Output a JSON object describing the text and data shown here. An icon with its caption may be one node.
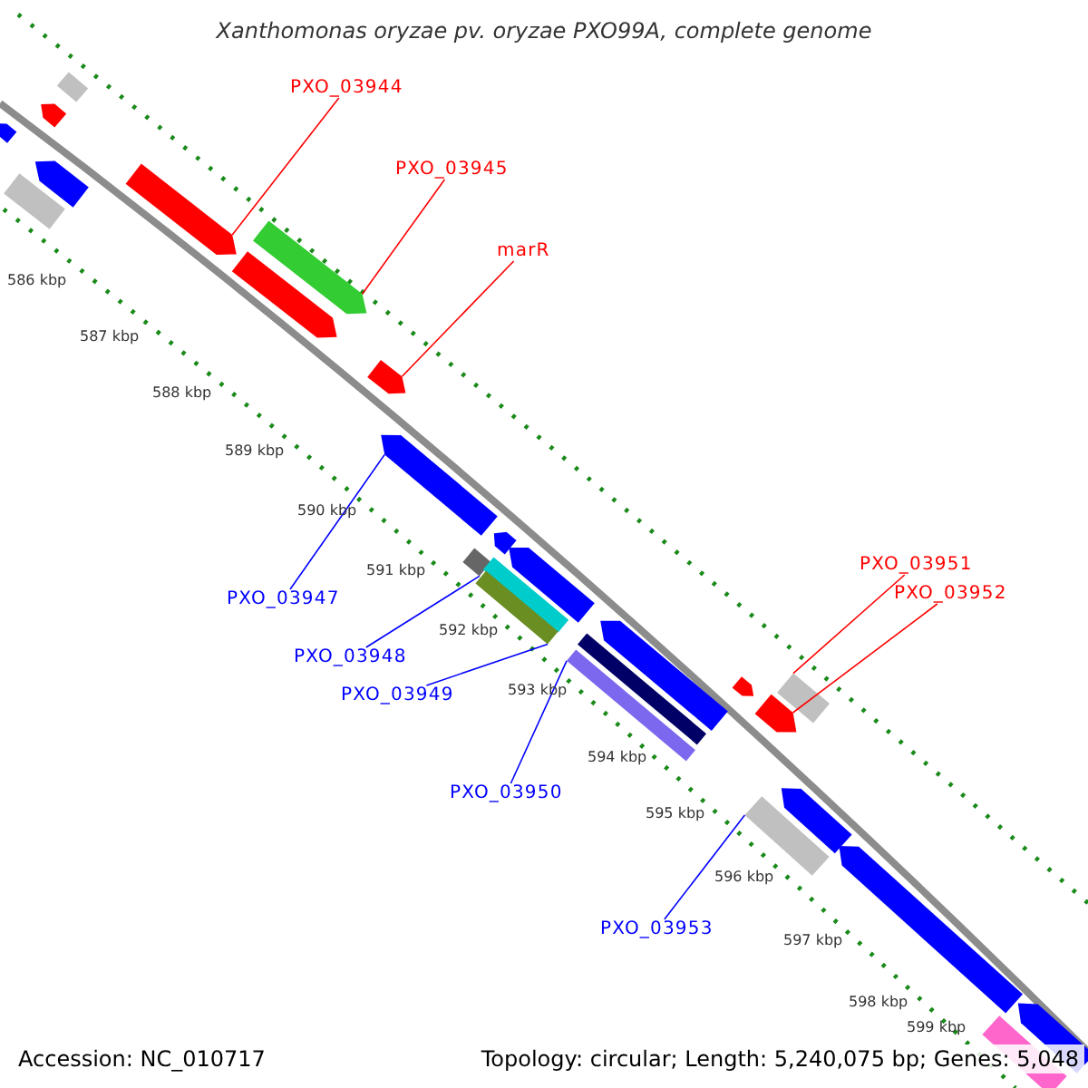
{
  "diagram": {
    "title": "Xanthomonas oryzae pv. oryzae PXO99A, complete genome",
    "nodes": [
      {
        "text": [
          "PXO_03944"
        ]
      },
      {
        "text": [
          "PXO_03945"
        ]
      },
      {
        "text": [
          "marR"
        ]
      },
      {
        "text": [
          "PXO_03951"
        ]
      },
      {
        "text": [
          "PXO_03952"
        ]
      },
      {
        "text": [
          "PXO_03947"
        ]
      },
      {
        "text": [
          "PXO_03948"
        ]
      },
      {
        "text": [
          "PXO_03949"
        ]
      },
      {
        "text": [
          "PXO_03950"
        ]
      },
      {
        "text": [
          "PXO_03953"
        ]
      },
      {
        "text": [],
        "shape": "bar"
      },
      {
        "text": [],
        "shape": "bar"
      },
      {
        "text": [],
        "shape": "bar"
      },
      {
        "text": [],
        "shape": "bar"
      },
      {
        "text": [],
        "shape": "bar"
      },
      {
        "text": [],
        "shape": "bar"
      },
      {
        "text": [],
        "shape": "bar"
      },
      {
        "text": [],
        "shape": "bar"
      },
      {
        "text": [],
        "shape": "bar"
      },
      {
        "text": [],
        "shape": "bar"
      },
      {
        "text": [],
        "shape": "bar"
      },
      {
        "text": [],
        "shape": "bar"
      },
      {
        "text": [],
        "shape": "bar"
      },
      {
        "text": [],
        "shape": "bar"
      },
      {
        "text": [],
        "shape": "bar"
      },
      {
        "text": [],
        "shape": "bar"
      },
      {
        "text": [],
        "shape": "bar"
      },
      {
        "text": [],
        "shape": "bar"
      },
      {
        "text": [],
        "shape": "bar"
      },
      {
        "text": [],
        "shape": "bar"
      },
      {
        "text": [],
        "shape": "bar"
      },
      {
        "text": [],
        "shape": "bar"
      },
      {
        "text": [],
        "shape": "bar"
      },
      {
        "text": [],
        "shape": "bar"
      },
      {
        "text": [],
        "shape": "bar"
      },
      {
        "text": [],
        "shape": "bar"
      }
    ],
    "edges": [
      {
        "from": 0,
        "to": 15,
        "arrow": "none"
      },
      {
        "from": 1,
        "to": 16,
        "arrow": "none"
      },
      {
        "from": 2,
        "to": 18,
        "arrow": "none"
      },
      {
        "from": 3,
        "to": 28,
        "arrow": "none"
      },
      {
        "from": 4,
        "to": 30,
        "arrow": "none"
      },
      {
        "from": 5,
        "to": 19,
        "arrow": "none",
        "color": "#0000ff"
      },
      {
        "from": 6,
        "to": 21,
        "arrow": "none",
        "color": "#0000ff"
      },
      {
        "from": 7,
        "to": 24,
        "arrow": "none",
        "color": "#0000ff"
      },
      {
        "from": 8,
        "to": 29,
        "arrow": "none",
        "color": "#0000ff"
      },
      {
        "from": 9,
        "to": 32,
        "arrow": "none",
        "color": "#0000ff"
      }
    ],
    "labels": [
      "586 kbp",
      "587 kbp",
      "588 kbp",
      "589 kbp",
      "590 kbp",
      "591 kbp",
      "592 kbp",
      "593 kbp",
      "594 kbp",
      "595 kbp",
      "596 kbp",
      "597 kbp",
      "598 kbp",
      "599 kbp",
      "Accession: NC_010717",
      "Topology: circular; Length: 5,240,075 bp; Genes: 5,048"
    ]
  }
}
